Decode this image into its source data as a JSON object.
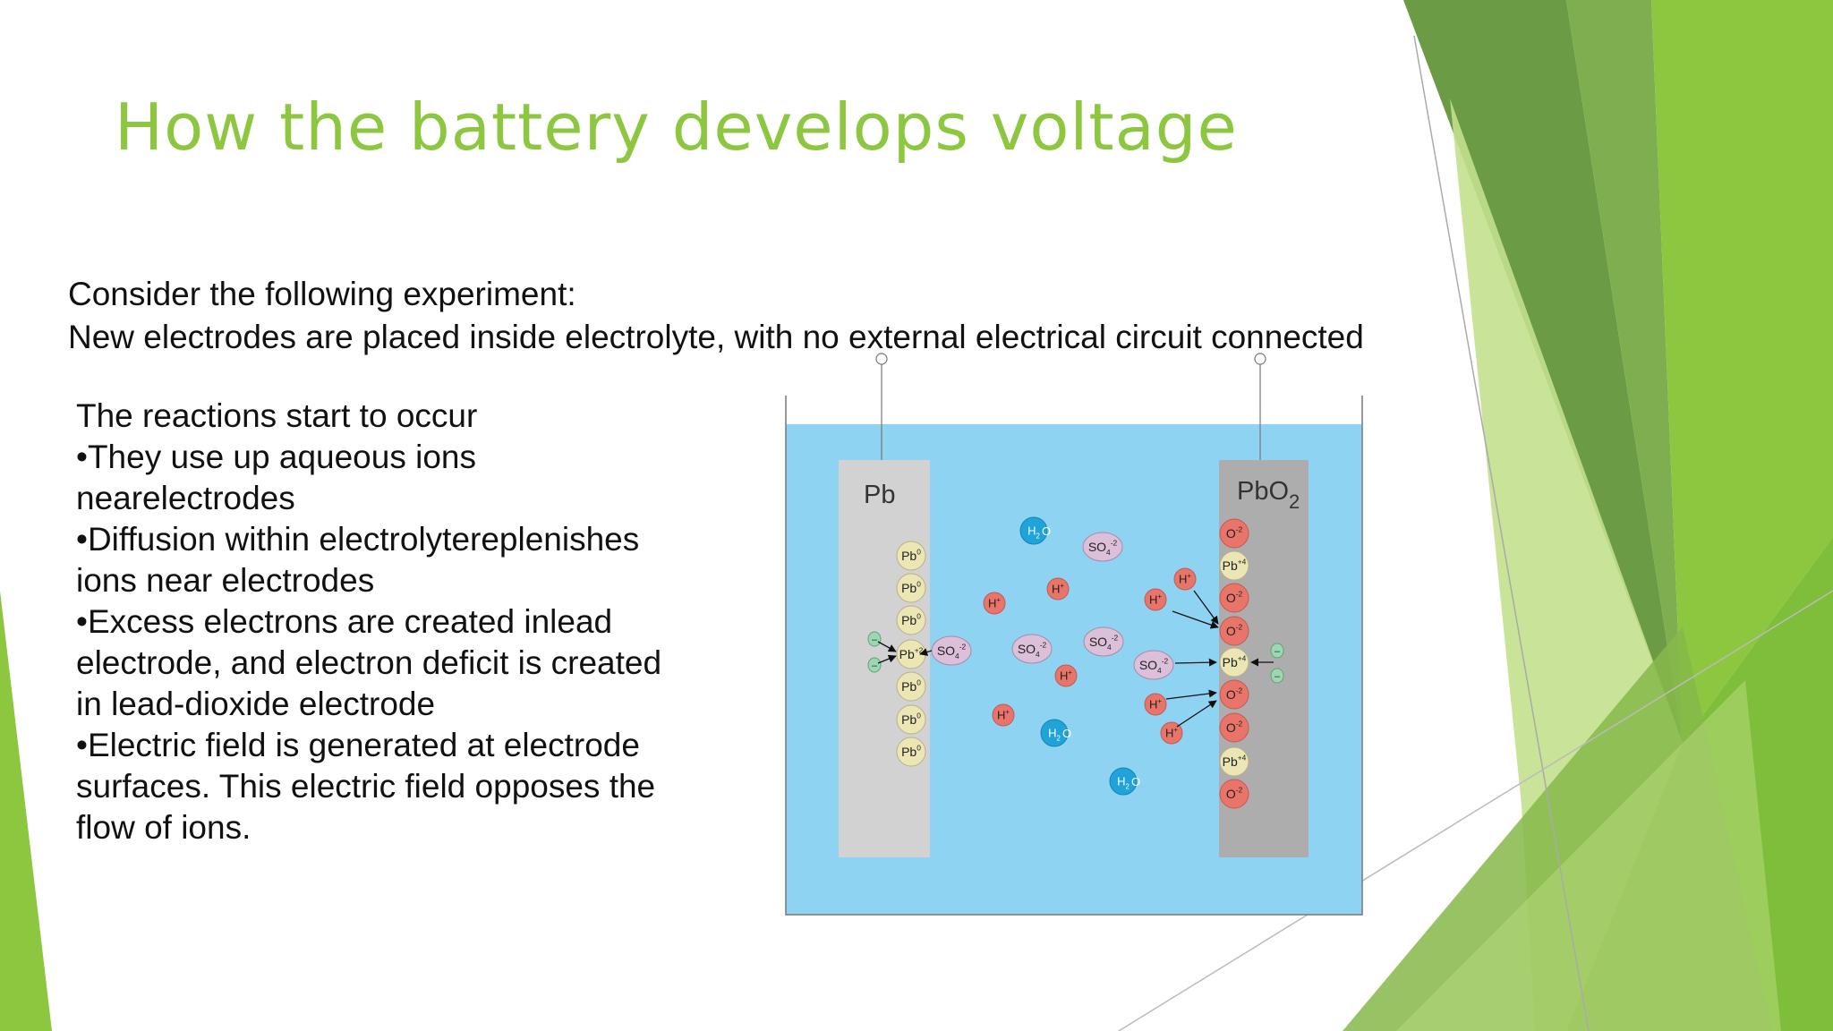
{
  "slide": {
    "title": "How the battery develops voltage",
    "intro_line1": "Consider the following experiment:",
    "intro_line2": "New electrodes are placed inside electrolyte, with no external electrical circuit connected",
    "body_lines": [
      "The reactions start to occur",
      "•They use up aqueous ions",
      "nearelectrodes",
      "•Diffusion within electrolytereplenishes",
      "ions near electrodes",
      "•Excess electrons are created inlead",
      "electrode, and electron deficit is created",
      "in lead-dioxide electrode",
      "•Electric field is generated at electrode",
      "surfaces. This electric field opposes the",
      "flow of ions."
    ]
  },
  "diagram": {
    "left_electrode_label": "Pb",
    "right_electrode_label_main": "PbO",
    "right_electrode_label_sub": "2",
    "lead_atom": {
      "base": "Pb",
      "charge": "0"
    },
    "lead_ion": {
      "base": "Pb",
      "charge": "+2"
    },
    "lead_dioxide_ion": {
      "base": "Pb",
      "charge": "+4"
    },
    "oxide_ion": {
      "base": "O",
      "charge": "-2"
    },
    "hydrogen_ion": {
      "base": "H",
      "charge": "+"
    },
    "sulfate_ion": {
      "base": "SO",
      "sub": "4",
      "charge": "-2"
    },
    "water": {
      "a": "H",
      "sub": "2",
      "b": "O"
    },
    "electron_symbol": "–"
  },
  "colors": {
    "title": "#8dc63f",
    "electrolyte": "#8ed3f2",
    "left_electrode": "#d2d2d2",
    "right_electrode": "#adadad",
    "lead_atom": "#ece6b4",
    "oxide_ion": "#e8746a",
    "sulfate_ion": "#dcbfd8",
    "hydrogen_ion": "#e8746a",
    "water": "#1fa3d9",
    "electron": "#9fd6b2"
  }
}
